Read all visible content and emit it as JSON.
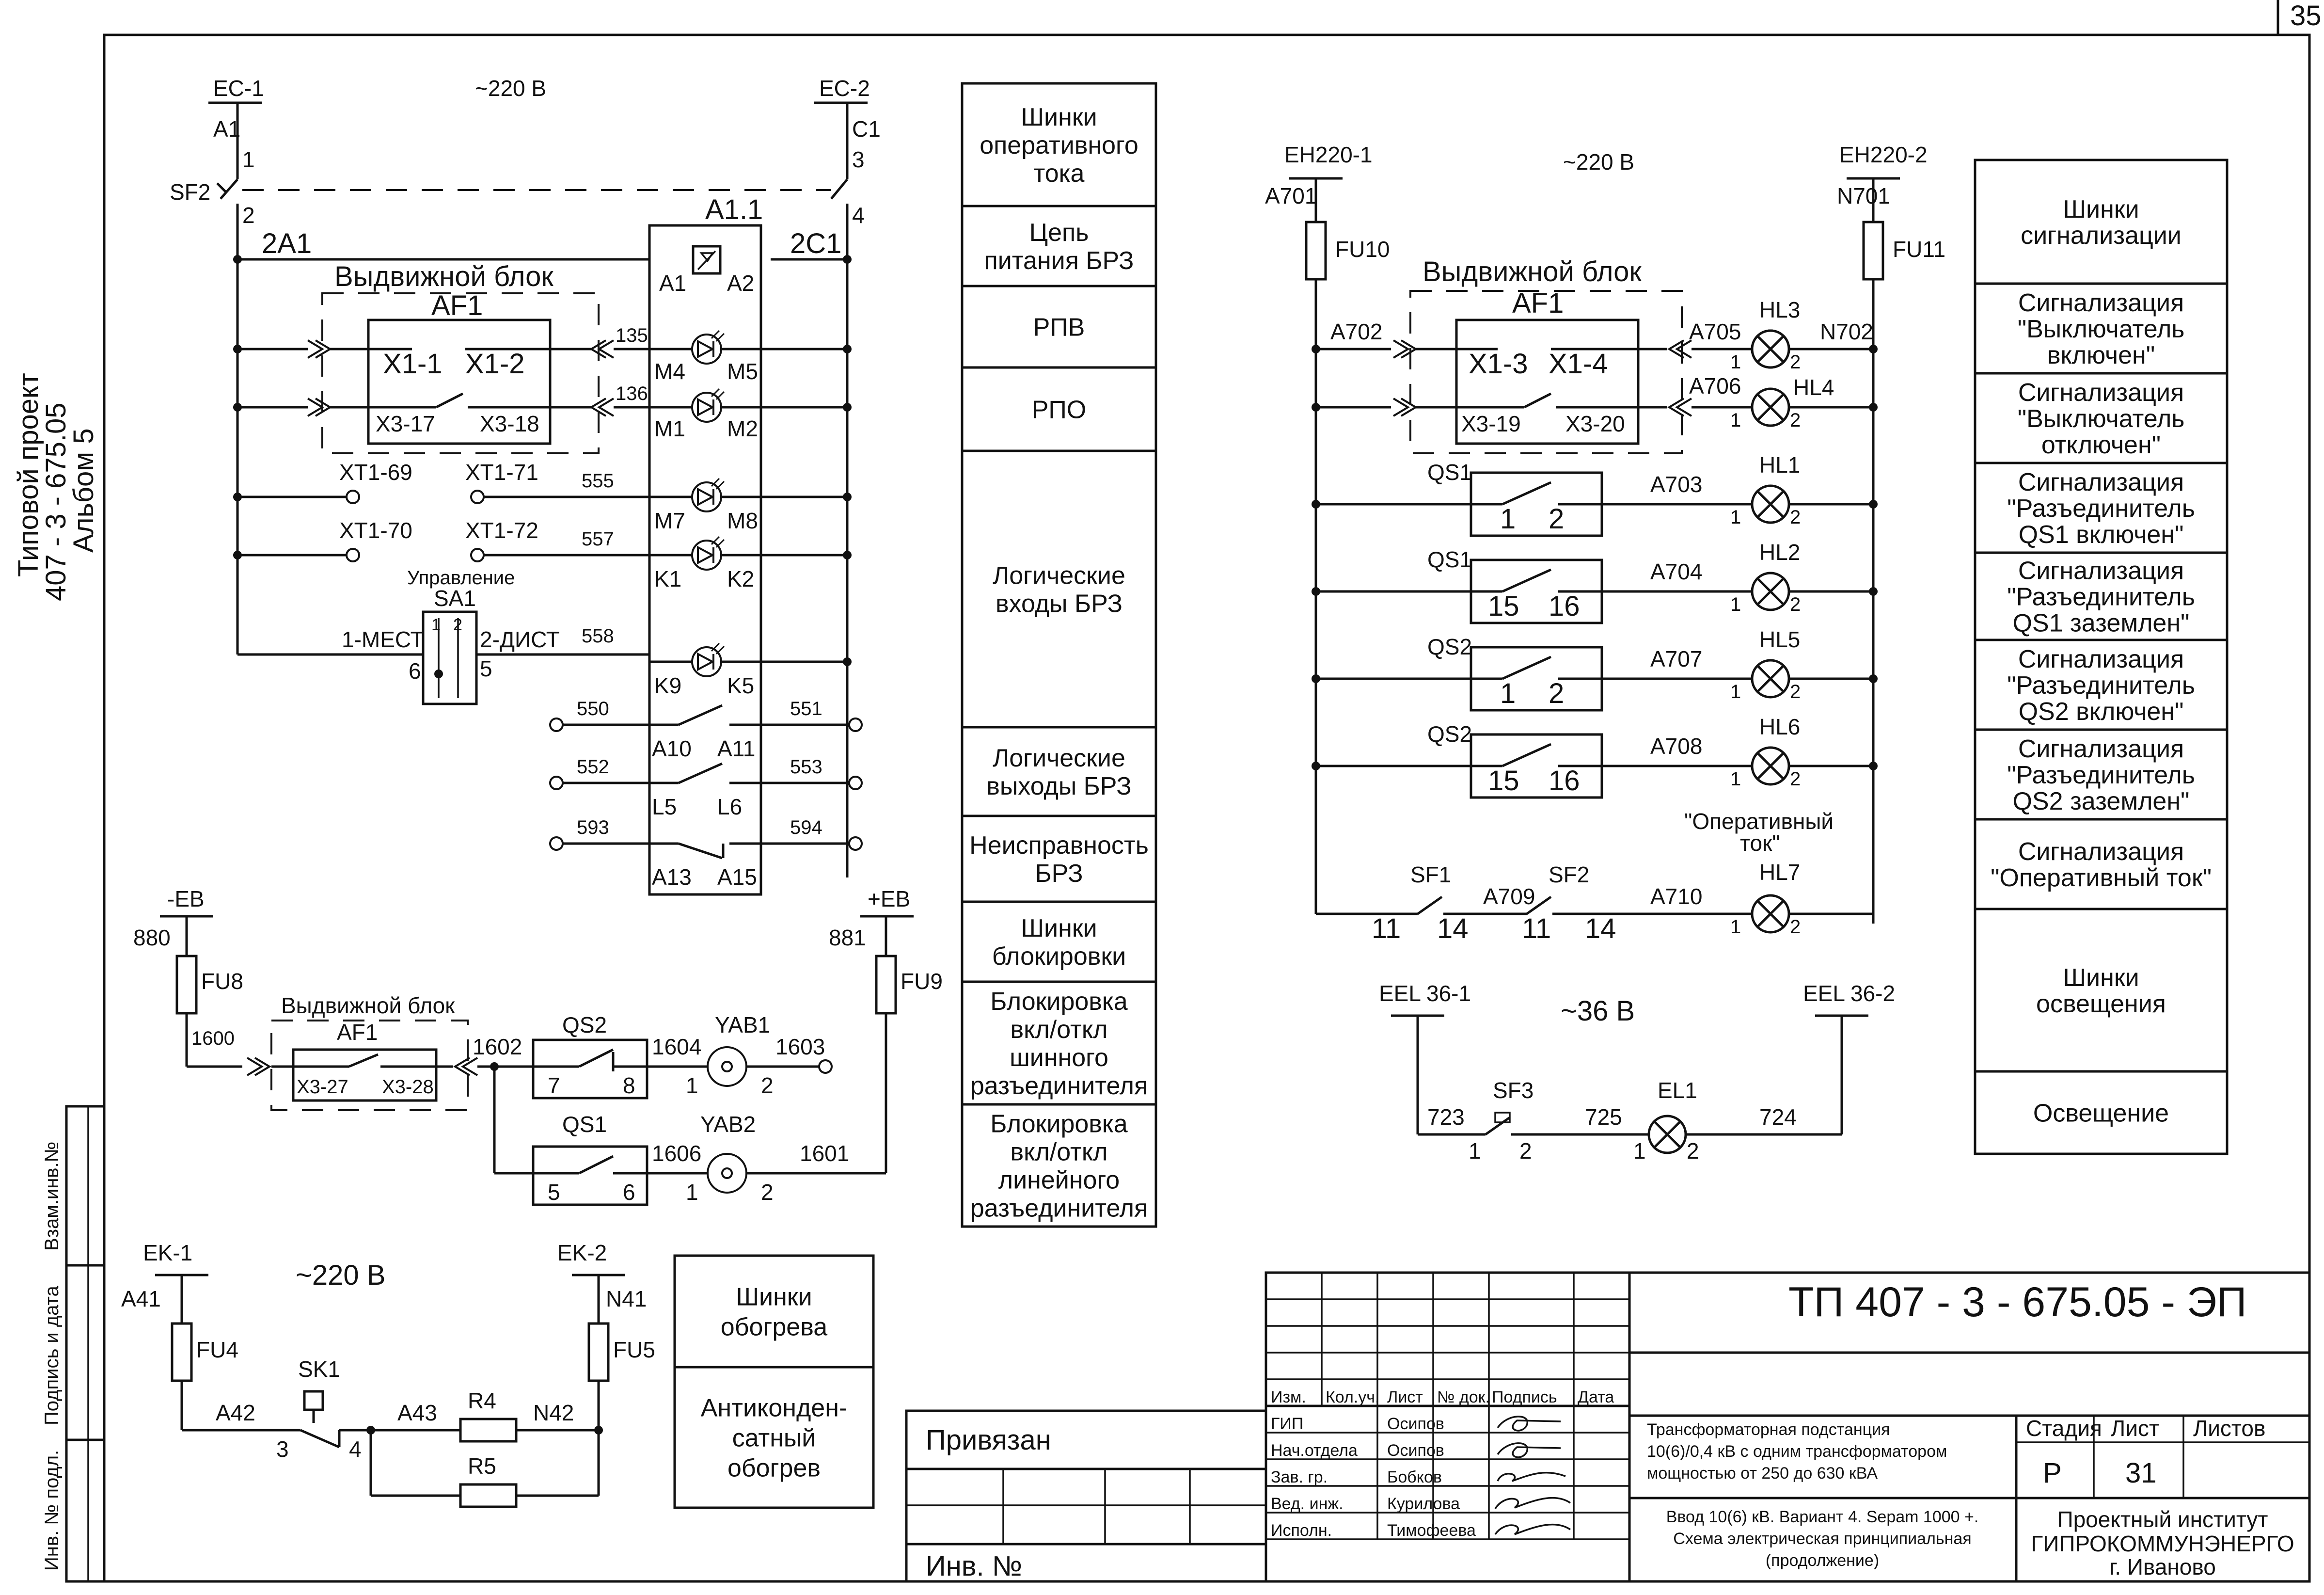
{
  "page_number": "35",
  "sidebar": {
    "project_line1": "Типовой проект",
    "project_line2": "407 - 3 - 675.05",
    "project_line3": "Альбом 5",
    "vzam": "Взам.инв.№",
    "podpis": "Подпись и дата",
    "inv": "Инв. № подл."
  },
  "left_circuit": {
    "ec1": "EC-1",
    "ec2": "EC-2",
    "voltage": "~220 В",
    "a1": "A1",
    "pin1": "1",
    "c1": "C1",
    "pin3": "3",
    "sf2": "SF2",
    "pin2": "2",
    "pin4": "4",
    "w2a1": "2A1",
    "w2c1": "2C1",
    "a11": "A1.1",
    "block": "Выдвижной блок",
    "af1": "AF1",
    "x11": "X1-1",
    "x12": "X1-2",
    "x317": "X3-17",
    "x318": "X3-18",
    "w135": "135",
    "w136": "136",
    "xt169": "XT1-69",
    "xt171": "XT1-71",
    "w555": "555",
    "xt170": "XT1-70",
    "xt172": "XT1-72",
    "w557": "557",
    "upr": "Управление",
    "sa1": "SA1",
    "mest": "1-МЕСТ",
    "dist": "2-ДИСТ",
    "sa_1": "1",
    "sa_2": "2",
    "sa_6": "6",
    "sa_5": "5",
    "w558": "558",
    "t_a1": "A1",
    "t_a2": "A2",
    "t_m4": "M4",
    "t_m5": "M5",
    "t_m1": "M1",
    "t_m2": "M2",
    "t_m7": "M7",
    "t_m8": "M8",
    "t_k1": "K1",
    "t_k2": "K2",
    "t_k9": "K9",
    "t_k5": "K5",
    "t_a10": "A10",
    "t_a11": "A11",
    "t_l5": "L5",
    "t_l6": "L6",
    "t_a13": "A13",
    "t_a15": "A15",
    "w550": "550",
    "w551": "551",
    "w552": "552",
    "w553": "553",
    "w593": "593",
    "w594": "594"
  },
  "block_circuit": {
    "eb_minus": "-EB",
    "eb_plus": "+EB",
    "w880": "880",
    "w881": "881",
    "fu8": "FU8",
    "fu9": "FU9",
    "w1600": "1600",
    "block": "Выдвижной блок",
    "af1": "AF1",
    "x327": "X3-27",
    "x328": "X3-28",
    "w1602": "1602",
    "qs2": "QS2",
    "q7": "7",
    "q8": "8",
    "qs1": "QS1",
    "q5": "5",
    "q6": "6",
    "w1604": "1604",
    "w1606": "1606",
    "yab1": "YAB1",
    "yab2": "YAB2",
    "y1a": "1",
    "y2a": "2",
    "y1b": "1",
    "y2b": "2",
    "w1603": "1603",
    "w1601": "1601"
  },
  "heat_circuit": {
    "ek1": "EK-1",
    "ek2": "EK-2",
    "voltage": "~220 В",
    "a41": "A41",
    "n41": "N41",
    "fu4": "FU4",
    "fu5": "FU5",
    "sk1": "SK1",
    "a42": "A42",
    "a43": "A43",
    "r4": "R4",
    "r5": "R5",
    "n42": "N42",
    "p3": "3",
    "p4": "4"
  },
  "right_circuit": {
    "eh1": "EH220-1",
    "eh2": "EH220-2",
    "voltage": "~220 В",
    "a701": "A701",
    "n701": "N701",
    "fu10": "FU10",
    "fu11": "FU11",
    "block": "Выдвижной блок",
    "af1": "AF1",
    "a702": "A702",
    "x13": "X1-3",
    "x14": "X1-4",
    "x319": "X3-19",
    "x320": "X3-20",
    "a705": "A705",
    "a706": "A706",
    "n702": "N702",
    "hl3": "HL3",
    "hl4": "HL4",
    "hl1": "HL1",
    "hl2": "HL2",
    "hl5": "HL5",
    "hl6": "HL6",
    "hl7": "HL7",
    "qs1a": "QS1",
    "qs1b": "QS1",
    "qs2a": "QS2",
    "qs2b": "QS2",
    "c1": "1",
    "c2": "2",
    "c15": "15",
    "c16": "16",
    "a703": "A703",
    "a704": "A704",
    "a707": "A707",
    "a708": "A708",
    "op_line1": "\"Оперативный",
    "op_line2": "ток\"",
    "sf1": "SF1",
    "sf2": "SF2",
    "a709": "A709",
    "a710": "A710",
    "s11": "11",
    "s14": "14",
    "p1": "1",
    "p2": "2",
    "eel1": "EEL 36-1",
    "eel2": "EEL 36-2",
    "v36": "~36 В",
    "sf3": "SF3",
    "el1": "EL1",
    "w723": "723",
    "w725": "725",
    "w724": "724"
  },
  "table_mid": [
    [
      "Шинки",
      "оперативного",
      "тока"
    ],
    [
      "Цепь",
      "питания БРЗ"
    ],
    [
      "РПВ"
    ],
    [
      "РПО"
    ],
    [
      "Логические",
      "входы БРЗ"
    ],
    [
      "Логические",
      "выходы БРЗ"
    ],
    [
      "Неисправность",
      "БРЗ"
    ],
    [
      "Шинки",
      "блокировки"
    ],
    [
      "Блокировка",
      "вкл/откл",
      "шинного",
      "разъединителя"
    ],
    [
      "Блокировка",
      "вкл/откл",
      "линейного",
      "разъединителя"
    ]
  ],
  "table_right": [
    [
      "Шинки",
      "сигнализации"
    ],
    [
      "Сигнализация",
      "\"Выключатель",
      "включен\""
    ],
    [
      "Сигнализация",
      "\"Выключатель",
      "отключен\""
    ],
    [
      "Сигнализация",
      "\"Разъединитель",
      "QS1 включен\""
    ],
    [
      "Сигнализация",
      "\"Разъединитель",
      "QS1 заземлен\""
    ],
    [
      "Сигнализация",
      "\"Разъединитель",
      "QS2 включен\""
    ],
    [
      "Сигнализация",
      "\"Разъединитель",
      "QS2 заземлен\""
    ],
    [
      "Сигнализация",
      "\"Оперативный ток\""
    ],
    [
      "Шинки",
      "освещения"
    ],
    [
      "Освещение"
    ]
  ],
  "table_heat": [
    [
      "Шинки",
      "обогрева"
    ],
    [
      "Антиконден-",
      "сатный",
      "обогрев"
    ]
  ],
  "title_block": {
    "code": "ТП  407 - 3 - 675.05 - ЭП",
    "privyazan": "Привязан",
    "inv": "Инв. №",
    "h_izm": "Изм.",
    "h_kol": "Кол.уч.",
    "h_list": "Лист",
    "h_doc": "№ док.",
    "h_sign": "Подпись",
    "h_date": "Дата",
    "r1": "ГИП",
    "n1": "Осипов",
    "r2": "Нач.отдела",
    "n2": "Осипов",
    "r3": "Зав. гр.",
    "n3": "Бобков",
    "r4": "Вед. инж.",
    "n4": "Курилова",
    "r5": "Исполн.",
    "n5": "Тимофеева",
    "desc1": "Трансформаторная подстанция",
    "desc2": "10(6)/0,4 кВ с одним трансформатором",
    "desc3": "мощностью от 250 до 630 кВА",
    "sub1": "Ввод 10(6) кВ. Вариант 4. Sepam 1000 +.",
    "sub2": "Схема электрическая принципиальная",
    "sub3": "(продолжение)",
    "stage_h": "Стадия",
    "sheet_h": "Лист",
    "sheets_h": "Листов",
    "stage": "Р",
    "sheet": "31",
    "org1": "Проектный институт",
    "org2": "ГИПРОКОММУНЭНЕРГО",
    "org3": "г. Иваново"
  }
}
